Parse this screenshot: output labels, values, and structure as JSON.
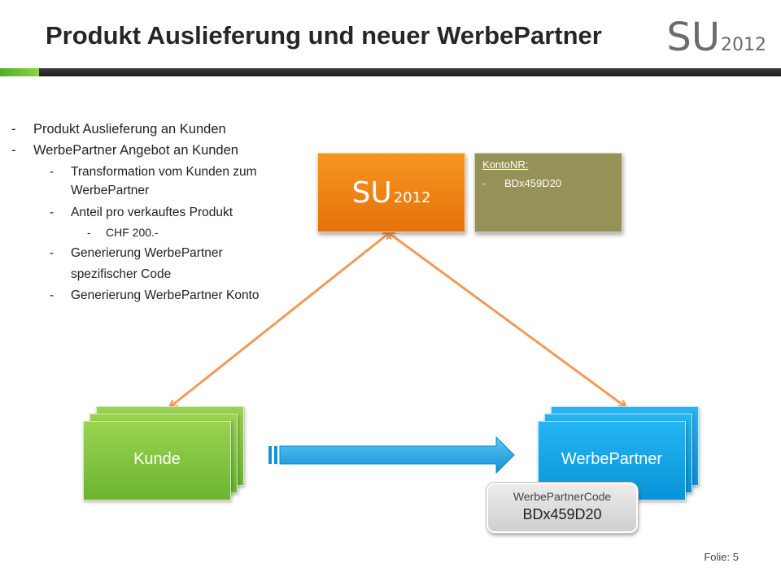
{
  "slide": {
    "title": "Produkt Auslieferung und neuer WerbePartner",
    "logo_main": "SU",
    "logo_sub": "2012",
    "footer": "Folie: 5"
  },
  "bullets": [
    {
      "level": 1,
      "text": "Produkt Auslieferung an Kunden"
    },
    {
      "level": 1,
      "text": "WerbePartner Angebot an Kunden"
    },
    {
      "level": 2,
      "text": "Transformation vom Kunden zum WerbePartner"
    },
    {
      "level": 2,
      "text": "Anteil pro verkauftes Produkt"
    },
    {
      "level": 3,
      "text": "CHF 200.-"
    },
    {
      "level": 2,
      "text": "Generierung  WerbePartner spezifischer  Code"
    },
    {
      "level": 2,
      "text": "Generierung  WerbePartner Konto"
    }
  ],
  "diagram": {
    "su_box": {
      "main": "SU",
      "sub": "2012"
    },
    "konto_box": {
      "title": "KontoNR:",
      "item": "BDx459D20"
    },
    "kunde_label": "Kunde",
    "partner_label": "WerbePartner",
    "code_box": {
      "label": "WerbePartnerCode",
      "value": "BDx459D20"
    }
  },
  "colors": {
    "accent_orange": "#f7961f",
    "konto_olive": "#969157",
    "kunde_green": "#7fc241",
    "partner_blue": "#12a6e8",
    "arrow_orange": "#f29a55",
    "arrow_blue": "#29a8e8"
  }
}
